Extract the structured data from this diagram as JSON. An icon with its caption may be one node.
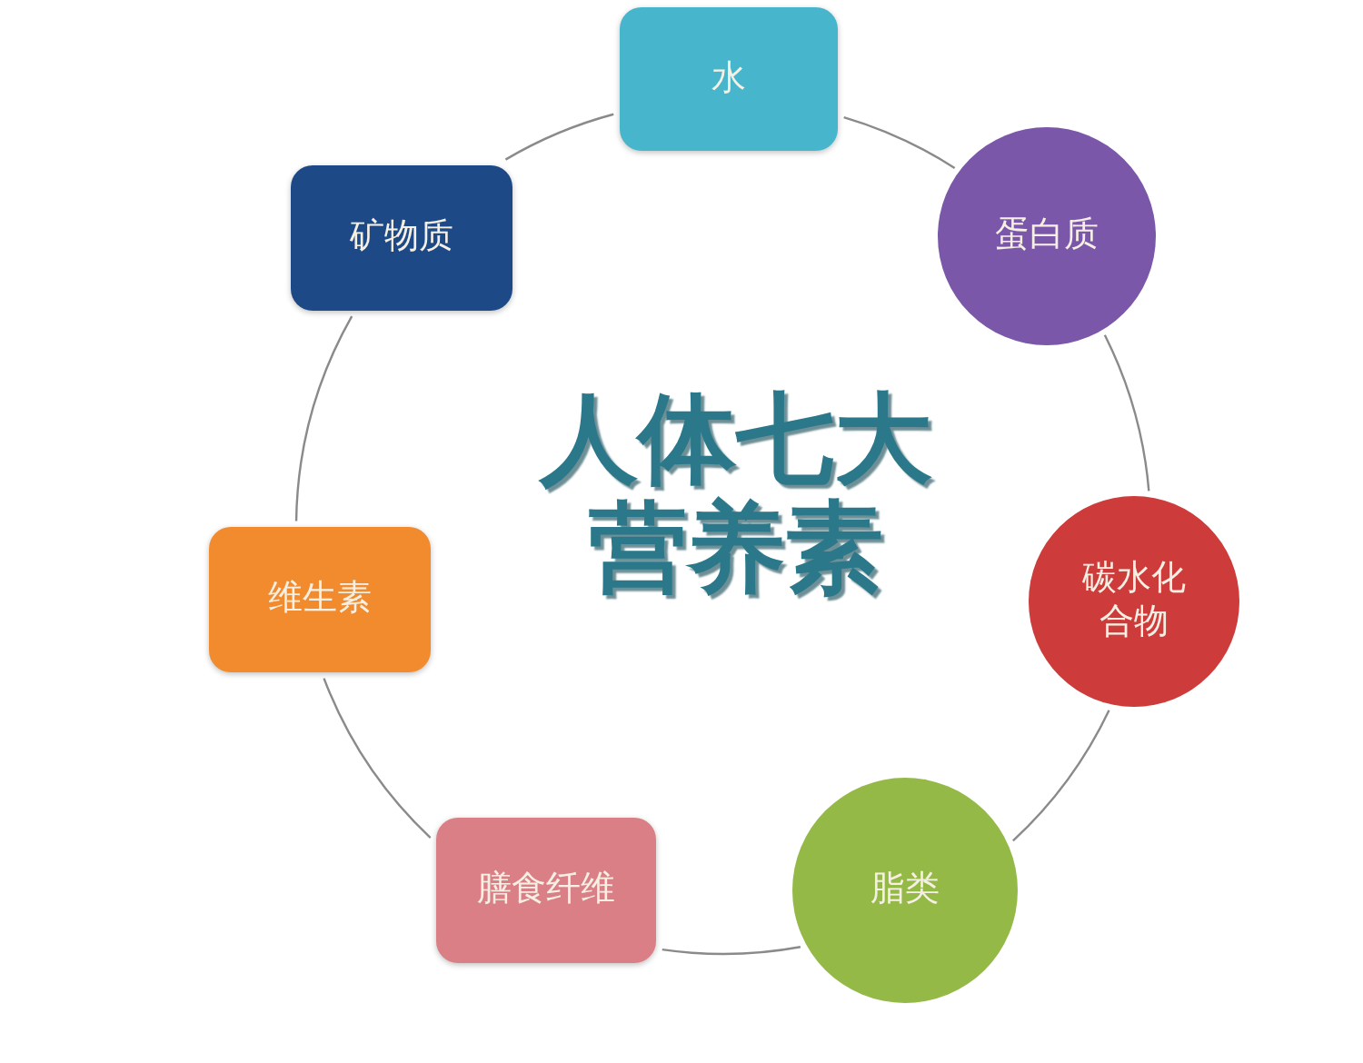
{
  "diagram": {
    "title": "人体七大营养素",
    "nodes": [
      {
        "text": [
          "水"
        ]
      },
      {
        "text": [
          "蛋白质"
        ]
      },
      {
        "text": [
          "碳水化合物"
        ]
      },
      {
        "text": [
          "脂类"
        ]
      },
      {
        "text": [
          "膳食纤维"
        ]
      },
      {
        "text": [
          "维生素"
        ]
      },
      {
        "text": [
          "矿物质"
        ]
      }
    ],
    "edges": [
      {
        "from": 0,
        "to": 1,
        "arrow": "none"
      },
      {
        "from": 1,
        "to": 2,
        "arrow": "none"
      },
      {
        "from": 2,
        "to": 3,
        "arrow": "none"
      },
      {
        "from": 3,
        "to": 4,
        "arrow": "none"
      },
      {
        "from": 4,
        "to": 5,
        "arrow": "none"
      },
      {
        "from": 5,
        "to": 6,
        "arrow": "none"
      },
      {
        "from": 6,
        "to": 0,
        "arrow": "none"
      }
    ]
  }
}
